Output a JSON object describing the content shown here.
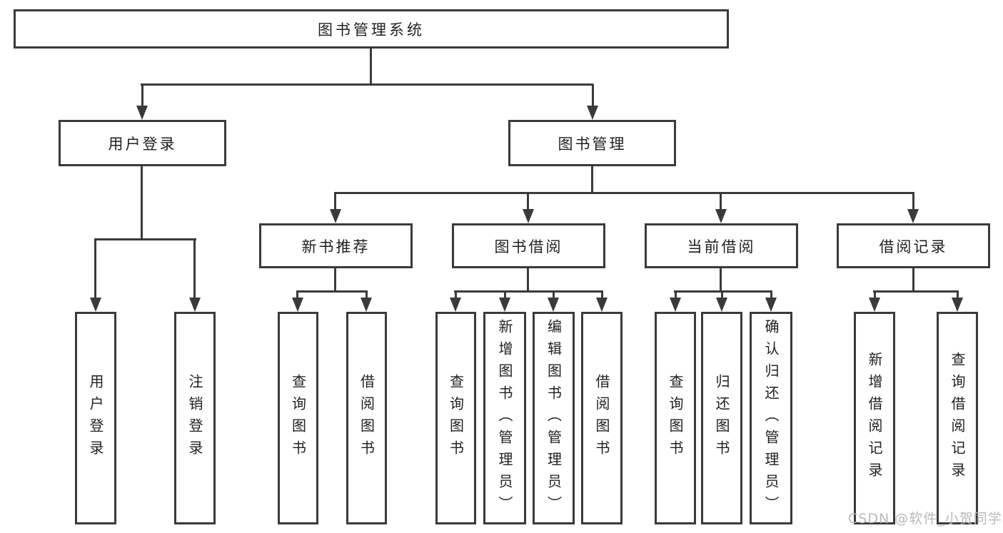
{
  "nodes": {
    "root": "图书管理系统",
    "user_login": "用户登录",
    "book_mgmt": "图书管理",
    "new_book_rec": "新书推荐",
    "book_borrow": "图书借阅",
    "current_borrow": "当前借阅",
    "borrow_records": "借阅记录",
    "leaves": {
      "user_login": [
        "用户登录",
        "注销登录"
      ],
      "new_book_rec": [
        "查询图书",
        "借阅图书"
      ],
      "book_borrow": [
        "查询图书",
        "新增图书（管理员）",
        "编辑图书（管理员）",
        "借阅图书"
      ],
      "current_borrow": [
        "查询图书",
        "归还图书",
        "确认归还（管理员）"
      ],
      "borrow_records": [
        "新增借阅记录",
        "查询借阅记录"
      ]
    }
  },
  "watermark": "CSDN @软件_小贺同学",
  "colors": {
    "line": "#3a3a3a",
    "box_border": "#3a3a3a",
    "text": "#1f1f1f",
    "watermark": "#b9b9b9",
    "background": "#ffffff"
  }
}
